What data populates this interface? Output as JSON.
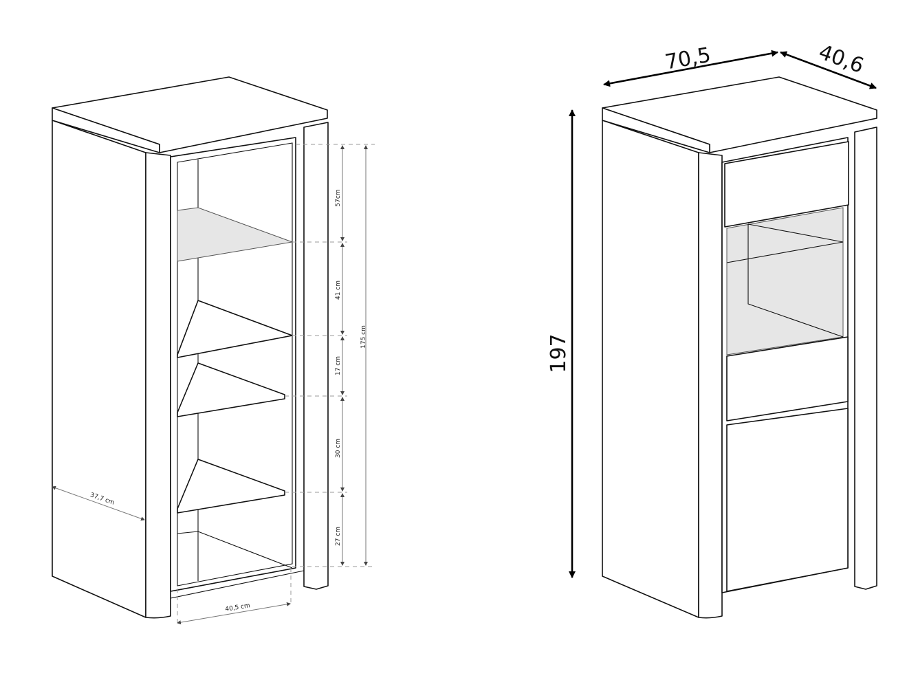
{
  "left_view": {
    "shelf_heights": [
      "57cm",
      "41 cm",
      "17 cm",
      "30 cm",
      "27 cm"
    ],
    "total_inner_height": "175 cm",
    "inner_depth": "37,7 cm",
    "inner_width": "40,5 cm"
  },
  "right_view": {
    "width": "70,5",
    "depth": "40,6",
    "height": "197"
  }
}
